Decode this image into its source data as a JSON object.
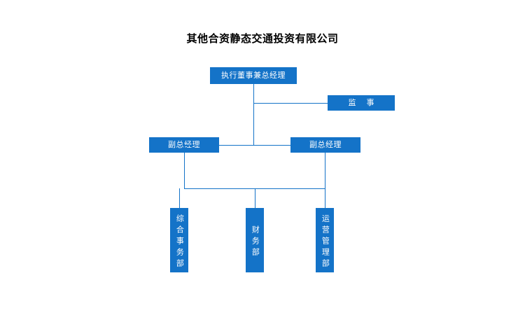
{
  "diagram": {
    "title": "其他合资静态交通投资有限公司",
    "type": "org-chart",
    "accent_color": "#1473c8",
    "text_color": "#ffffff",
    "background_color": "#ffffff",
    "nodes": {
      "executive_director": "执行董事兼总经理",
      "supervisor": "监  事",
      "deputy_manager_left": "副总经理",
      "deputy_manager_right": "副总经理",
      "dept_general_affairs": "综合事务部",
      "dept_finance": "财务部",
      "dept_operations": "运营管理部"
    }
  }
}
